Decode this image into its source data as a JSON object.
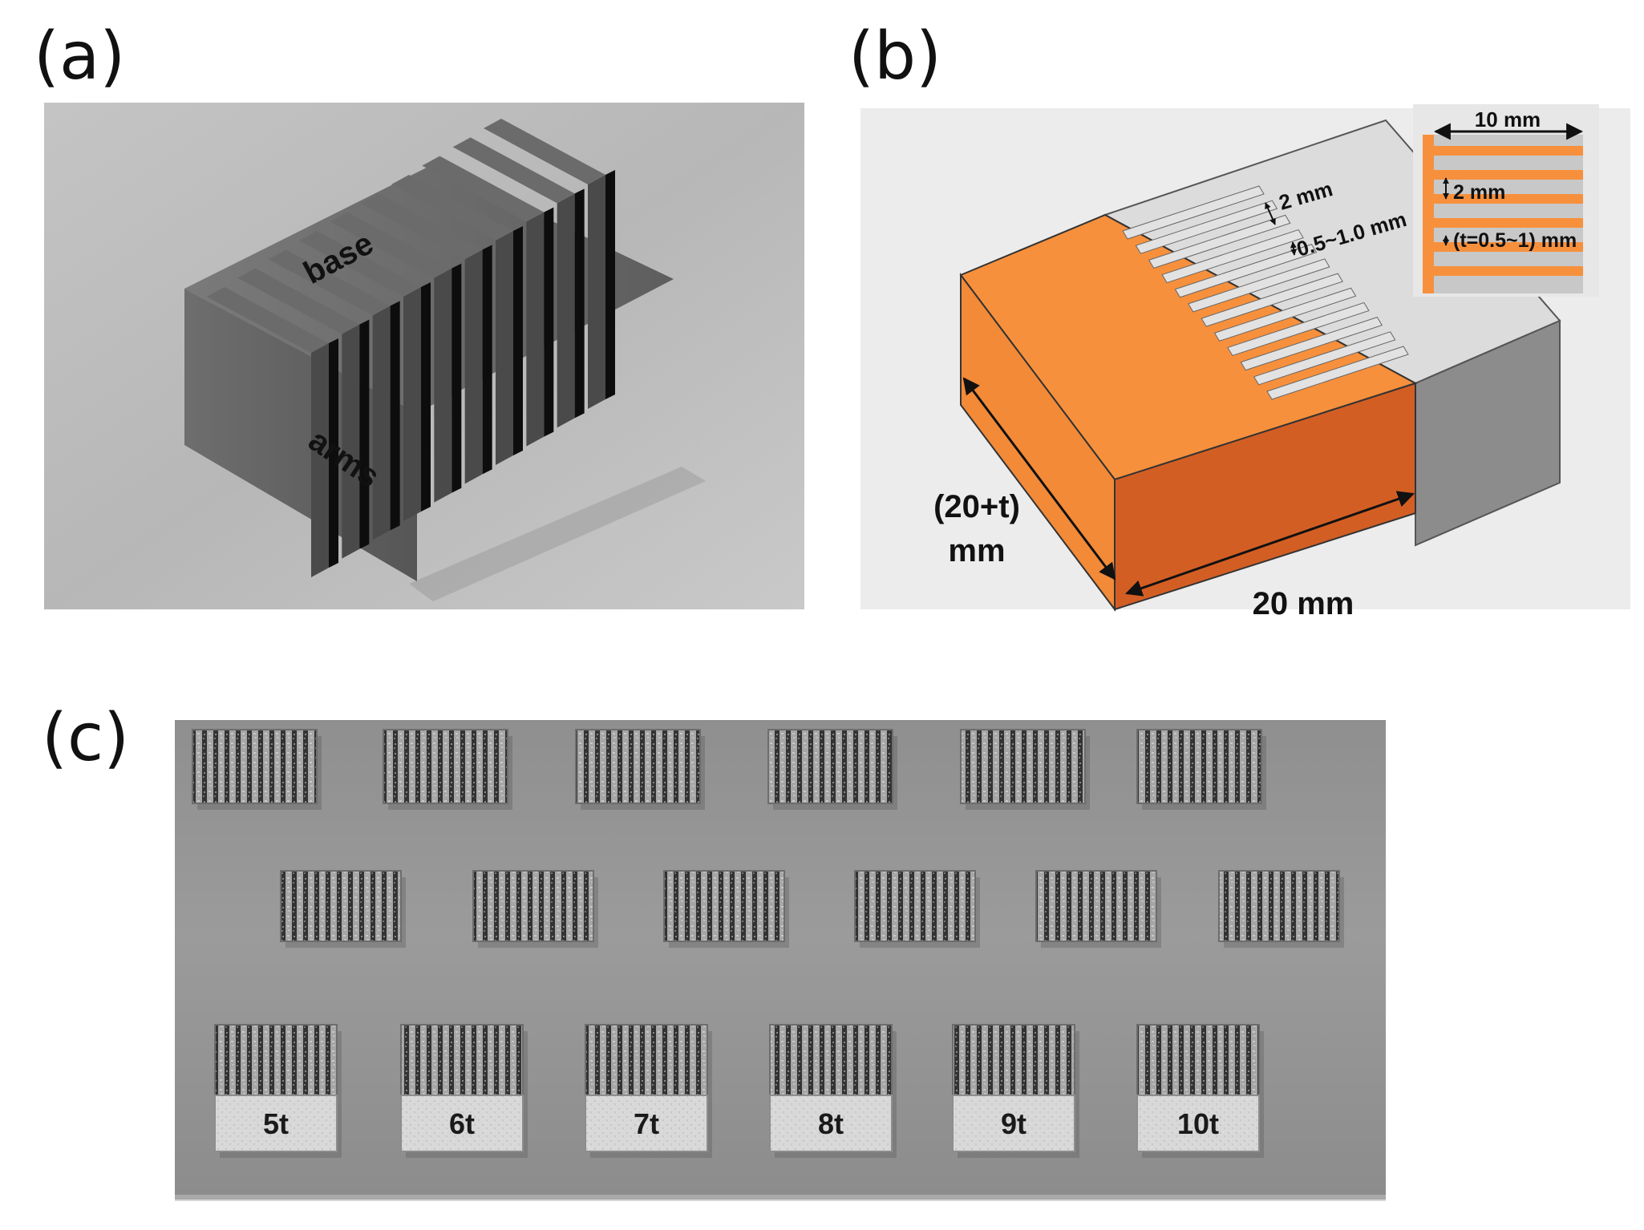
{
  "panels": {
    "a": {
      "label": "(a)",
      "annotations": {
        "base": "base",
        "arms": "arms"
      },
      "arm_count": 10
    },
    "b": {
      "label": "(b)",
      "dimensions": {
        "gap": "2 mm",
        "thickness": "0.5~1.0 mm",
        "depth": "(20+t)",
        "depth_unit": "mm",
        "width": "20 mm"
      },
      "inset": {
        "width": "10 mm",
        "gap": "2 mm",
        "thickness": "(t=0.5~1) mm"
      },
      "colors": {
        "orange_top": "#F7903C",
        "orange_front": "#D35E24",
        "gray": "#8A8A8A"
      }
    },
    "c": {
      "label": "(c)",
      "sample_labels": [
        "5t",
        "6t",
        "7t",
        "8t",
        "9t",
        "10t"
      ]
    }
  }
}
